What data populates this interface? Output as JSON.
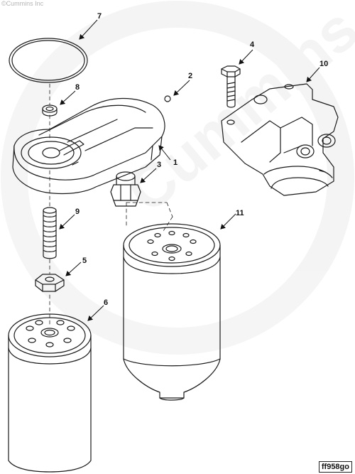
{
  "watermark": {
    "copyright": "©Cummins Inc",
    "logo_text": "Cummins"
  },
  "figure_code": "ff958go",
  "callouts": {
    "c1": "1",
    "c2": "2",
    "c3": "3",
    "c4": "4",
    "c5": "5",
    "c6": "6",
    "c7": "7",
    "c8": "8",
    "c9": "9",
    "c10": "10",
    "c11": "11"
  },
  "colors": {
    "line": "#1a1a1a",
    "watermark": "#e6e6e6"
  }
}
